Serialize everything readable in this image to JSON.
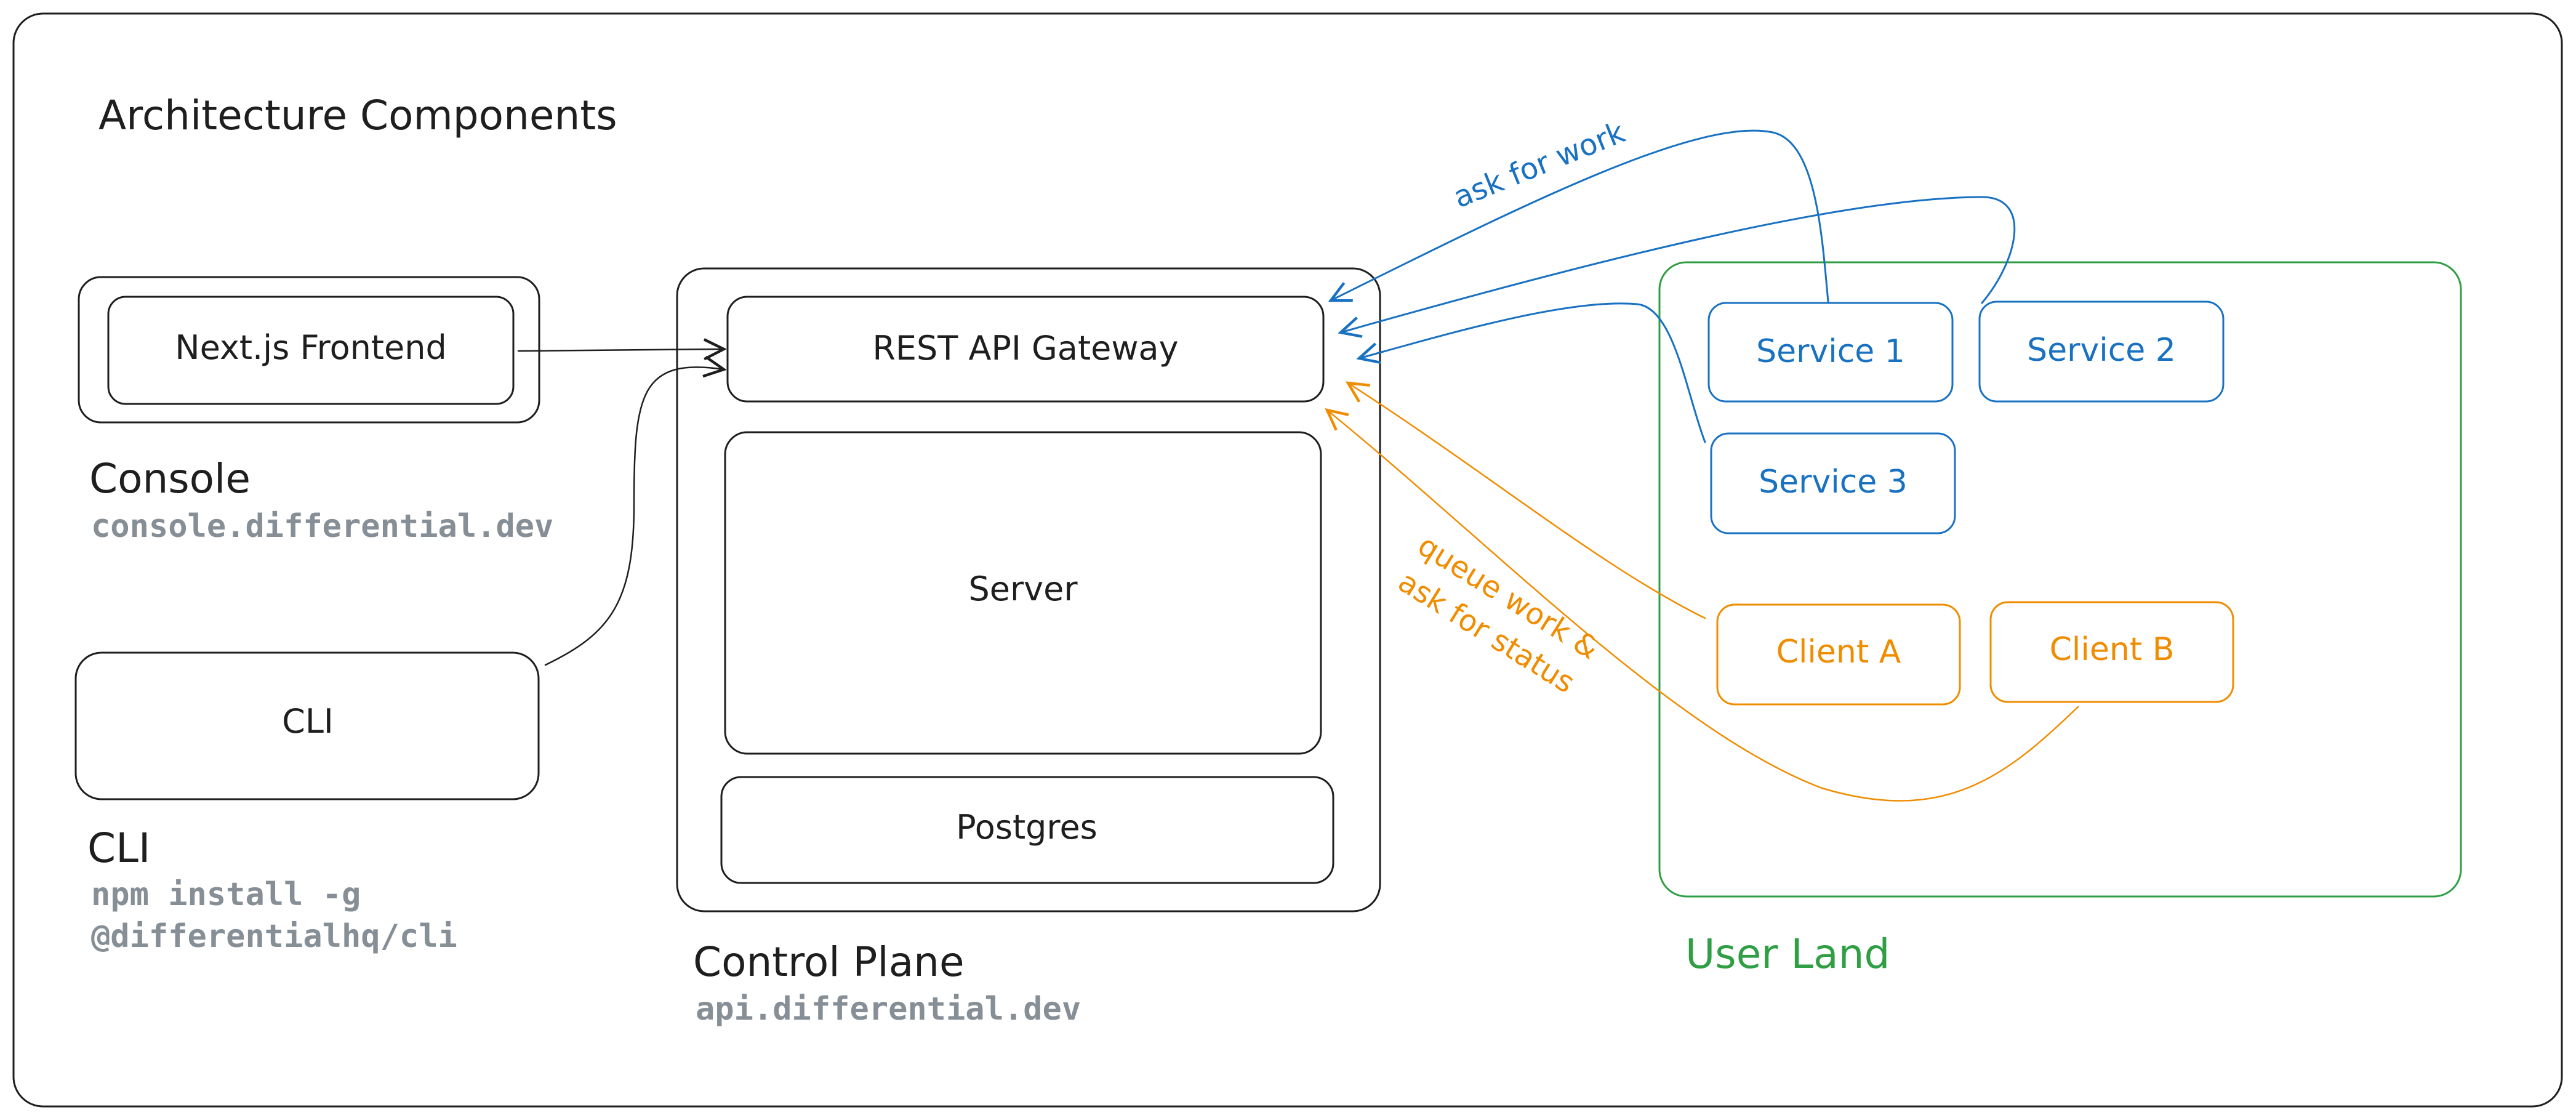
{
  "title": "Architecture Components",
  "colors": {
    "ink": "#1e1e1e",
    "muted": "#868e96",
    "blue": "#1971c2",
    "orange": "#f08c00",
    "green": "#2f9e44"
  },
  "console": {
    "frontend_label": "Next.js Frontend",
    "heading": "Console",
    "url": "console.differential.dev"
  },
  "cli": {
    "box_label": "CLI",
    "heading": "CLI",
    "install_line1": "npm install -g",
    "install_line2": "@differentialhq/cli"
  },
  "control_plane": {
    "gateway_label": "REST API Gateway",
    "server_label": "Server",
    "postgres_label": "Postgres",
    "heading": "Control Plane",
    "url": "api.differential.dev"
  },
  "user_land": {
    "heading": "User Land",
    "services": [
      "Service 1",
      "Service 2",
      "Service 3"
    ],
    "clients": [
      "Client A",
      "Client B"
    ]
  },
  "annotations": {
    "ask_for_work": "ask for work",
    "queue_line1": "queue work &",
    "queue_line2": "ask for status"
  }
}
